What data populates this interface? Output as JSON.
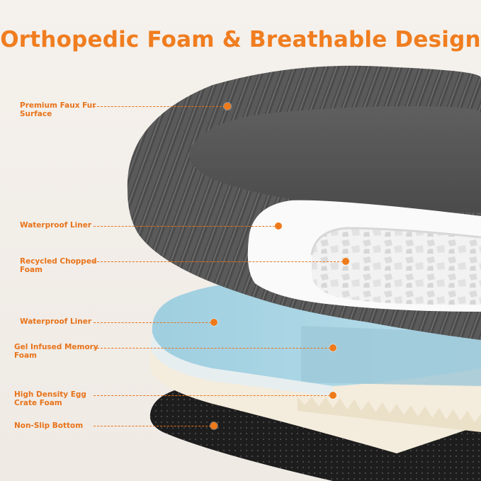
{
  "title": "Orthopedic Foam & Breathable Design",
  "layers": [
    {
      "label": "Premium Faux Fur\nSurface"
    },
    {
      "label": "Waterproof Liner"
    },
    {
      "label": "Recycled Chopped\nFoam"
    },
    {
      "label": "Waterproof Liner"
    },
    {
      "label": "Gel Infused Memory\nFoam"
    },
    {
      "label": "High Density Egg\nCrate Foam"
    },
    {
      "label": "Non-Slip Bottom"
    }
  ],
  "colors": {
    "accent": "#f07d1f",
    "fur": "#555555",
    "gel": "#a9d4e3",
    "bottom": "#1c1c1c",
    "background": "#f3efea"
  }
}
